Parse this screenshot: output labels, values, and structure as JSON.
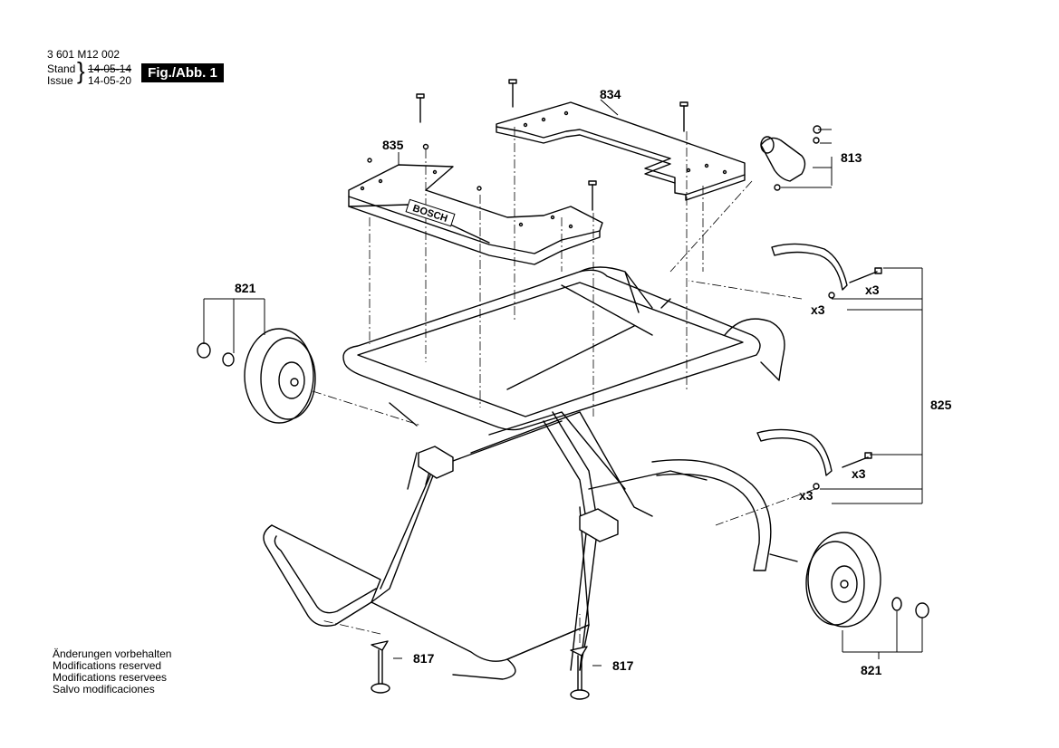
{
  "header": {
    "doc_number": "3 601 M12 002",
    "stand_label": "Stand",
    "stand_date": "14-05-14",
    "issue_label": "Issue",
    "issue_date": "14-05-20",
    "figure": "Fig./Abb. 1"
  },
  "parts": {
    "p834": "834",
    "p835": "835",
    "p813": "813",
    "p821_left": "821",
    "p821_right": "821",
    "p825": "825",
    "p817_left": "817",
    "p817_right": "817",
    "qty_bolt_top": "x3",
    "qty_nut_top": "x3",
    "qty_bolt_bottom": "x3",
    "qty_nut_bottom": "x3"
  },
  "brand_logo": "BOSCH",
  "footer": {
    "line1": "Änderungen vorbehalten",
    "line2": "Modifications reserved",
    "line3": "Modifications reservees",
    "line4": "Salvo modificaciones"
  }
}
